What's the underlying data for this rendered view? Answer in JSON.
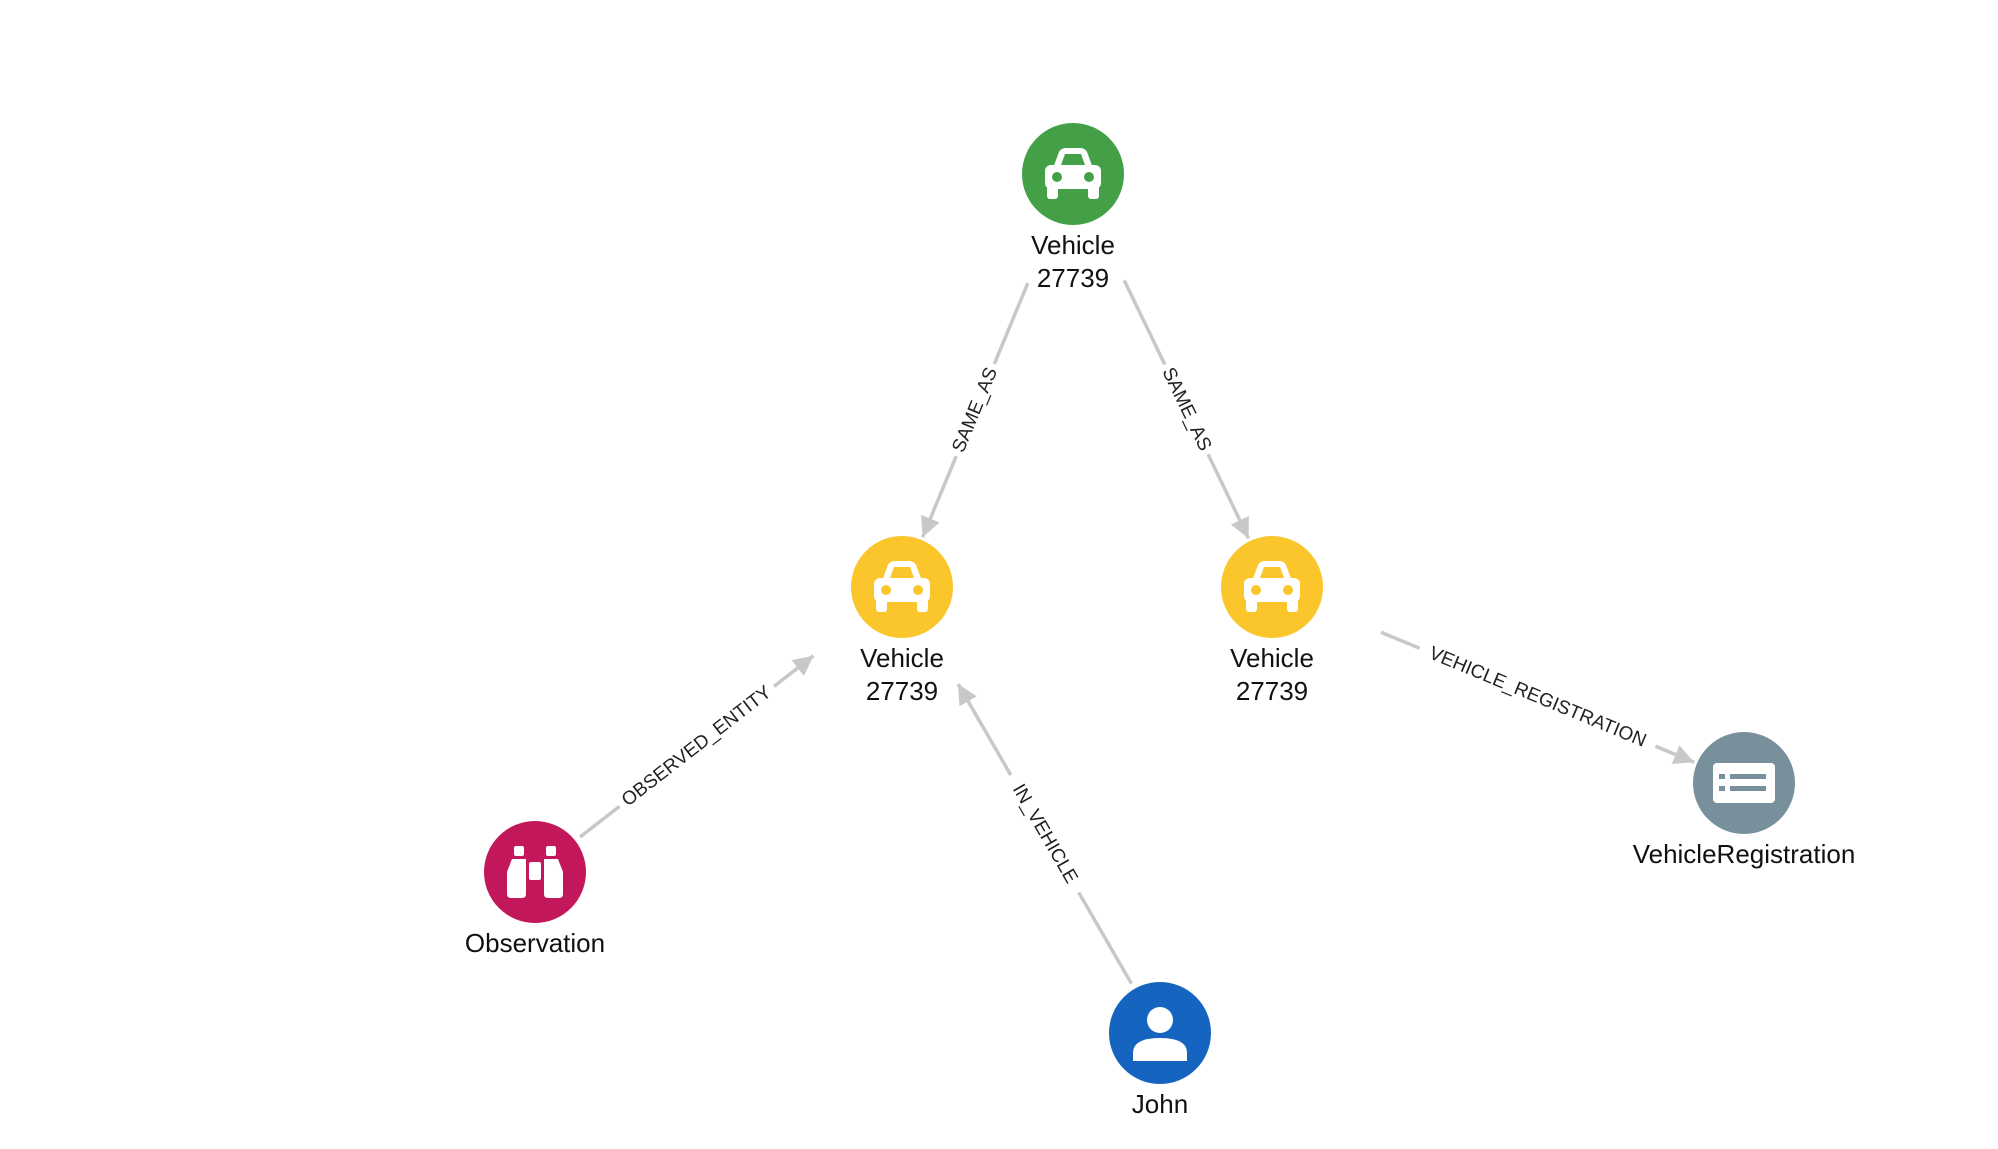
{
  "colors": {
    "green": "#43a047",
    "yellow": "#fbc52c",
    "magenta": "#c2185b",
    "blue": "#1565c0",
    "slate": "#78909c",
    "edge": "#c8c8c8"
  },
  "nodes": [
    {
      "id": "v_top",
      "lines": [
        "Vehicle",
        "27739"
      ],
      "icon": "car-icon",
      "color": "green"
    },
    {
      "id": "v_left",
      "lines": [
        "Vehicle",
        "27739"
      ],
      "icon": "car-icon",
      "color": "yellow"
    },
    {
      "id": "v_right",
      "lines": [
        "Vehicle",
        "27739"
      ],
      "icon": "car-icon",
      "color": "yellow"
    },
    {
      "id": "observation",
      "lines": [
        "Observation"
      ],
      "icon": "binoculars-icon",
      "color": "magenta"
    },
    {
      "id": "john",
      "lines": [
        "John"
      ],
      "icon": "person-icon",
      "color": "blue"
    },
    {
      "id": "registration",
      "lines": [
        "VehicleRegistration"
      ],
      "icon": "list-card-icon",
      "color": "slate"
    }
  ],
  "edges": [
    {
      "from": "v_top",
      "to": "v_left",
      "label": "SAME_AS"
    },
    {
      "from": "v_top",
      "to": "v_right",
      "label": "SAME_AS"
    },
    {
      "from": "observation",
      "to": "v_left",
      "label": "OBSERVED_ENTITY"
    },
    {
      "from": "john",
      "to": "v_left",
      "label": "IN_VEHICLE"
    },
    {
      "from": "v_right",
      "to": "registration",
      "label": "VEHICLE_REGISTRATION"
    }
  ]
}
